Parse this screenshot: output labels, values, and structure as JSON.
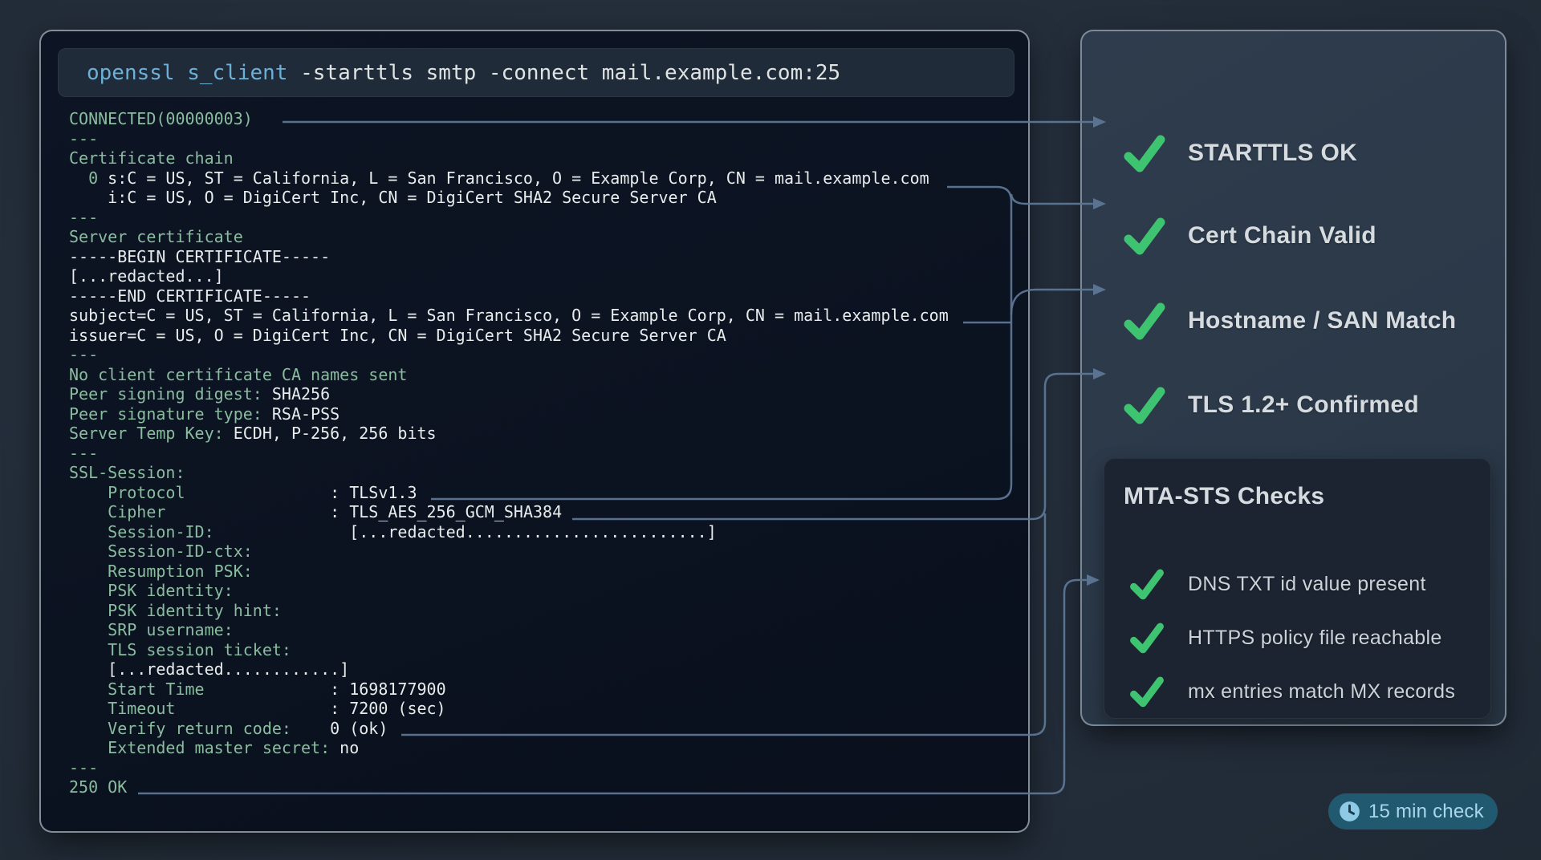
{
  "palette": {
    "page_bg": "#242e3b",
    "terminal_bg": "#0b1220",
    "cmd_blue": "#6cb0d8",
    "term_green": "#8abd9f",
    "term_white": "#e8ecec",
    "panel_bg": "#2b3949",
    "mta_bg": "#1b2430",
    "check_green": "#3ec471",
    "connector": "#5d7694",
    "badge_bg": "#215a70",
    "badge_fg": "#a9d6ec"
  },
  "terminal": {
    "command": [
      {
        "style": "cmd",
        "text": "openssl s_client"
      },
      {
        "style": "plain",
        "text": " -starttls smtp -connect mail.example.com:25"
      }
    ],
    "lines": [
      [
        [
          "g",
          "CONNECTED(00000003)"
        ]
      ],
      [
        [
          "g",
          "---"
        ]
      ],
      [
        [
          "g",
          "Certificate chain"
        ]
      ],
      [
        [
          "g",
          "  0 "
        ],
        [
          "w",
          "s:C = US, ST = California, L = San Francisco, O = Example Corp, CN = mail.example.com"
        ]
      ],
      [
        [
          "w",
          "    i:C = US, O = DigiCert Inc, CN = DigiCert SHA2 Secure Server CA"
        ]
      ],
      [
        [
          "g",
          "---"
        ]
      ],
      [
        [
          "g",
          "Server certificate"
        ]
      ],
      [
        [
          "w",
          "-----BEGIN CERTIFICATE-----"
        ]
      ],
      [
        [
          "w",
          "[...redacted...]"
        ]
      ],
      [
        [
          "w",
          "-----END CERTIFICATE-----"
        ]
      ],
      [
        [
          "w",
          "subject=C = US, ST = California, L = San Francisco, O = Example Corp, CN = mail.example.com"
        ]
      ],
      [
        [
          "w",
          "issuer=C = US, O = DigiCert Inc, CN = DigiCert SHA2 Secure Server CA"
        ]
      ],
      [
        [
          "g",
          "---"
        ]
      ],
      [
        [
          "g",
          "No client certificate CA names sent"
        ]
      ],
      [
        [
          "g",
          "Peer signing digest: "
        ],
        [
          "w",
          "SHA256"
        ]
      ],
      [
        [
          "g",
          "Peer signature type: "
        ],
        [
          "w",
          "RSA-PSS"
        ]
      ],
      [
        [
          "g",
          "Server Temp Key: "
        ],
        [
          "w",
          "ECDH, P-256, 256 bits"
        ]
      ],
      [
        [
          "g",
          "---"
        ]
      ],
      [
        [
          "g",
          "SSL-Session:"
        ]
      ],
      [
        [
          "g",
          "    Protocol"
        ],
        [
          "w",
          "               : TLSv1.3"
        ]
      ],
      [
        [
          "g",
          "    Cipher"
        ],
        [
          "w",
          "                 : TLS_AES_256_GCM_SHA384"
        ]
      ],
      [
        [
          "g",
          "    Session-ID:"
        ],
        [
          "w",
          "              [...redacted.........................]"
        ]
      ],
      [
        [
          "g",
          "    Session-ID-ctx:"
        ]
      ],
      [
        [
          "g",
          "    Resumption PSK:"
        ]
      ],
      [
        [
          "g",
          "    PSK identity:"
        ]
      ],
      [
        [
          "g",
          "    PSK identity hint:"
        ]
      ],
      [
        [
          "g",
          "    SRP username:"
        ]
      ],
      [
        [
          "g",
          "    TLS session ticket:"
        ]
      ],
      [
        [
          "w",
          "    [...redacted............]"
        ]
      ],
      [
        [
          "g",
          "    Start Time"
        ],
        [
          "w",
          "             : 1698177900"
        ]
      ],
      [
        [
          "g",
          "    Timeout"
        ],
        [
          "w",
          "                : 7200 (sec)"
        ]
      ],
      [
        [
          "g",
          "    Verify return code:"
        ],
        [
          "w",
          "    0 (ok)"
        ]
      ],
      [
        [
          "g",
          "    Extended master secret:"
        ],
        [
          "w",
          " no"
        ]
      ],
      [
        [
          "g",
          "---"
        ]
      ],
      [
        [
          "g",
          "250 OK"
        ]
      ]
    ]
  },
  "right_panel": {
    "checks": [
      {
        "label": "STARTTLS OK"
      },
      {
        "label": "Cert Chain Valid"
      },
      {
        "label": "Hostname / SAN Match"
      },
      {
        "label": "TLS 1.2+ Confirmed"
      }
    ],
    "mta": {
      "title": "MTA-STS Checks",
      "items": [
        {
          "label": "DNS TXT id value present"
        },
        {
          "label": "HTTPS policy file reachable"
        },
        {
          "label": "mx entries match MX records"
        }
      ]
    }
  },
  "badge": {
    "label": "15 min check",
    "icon": "clock-icon"
  }
}
